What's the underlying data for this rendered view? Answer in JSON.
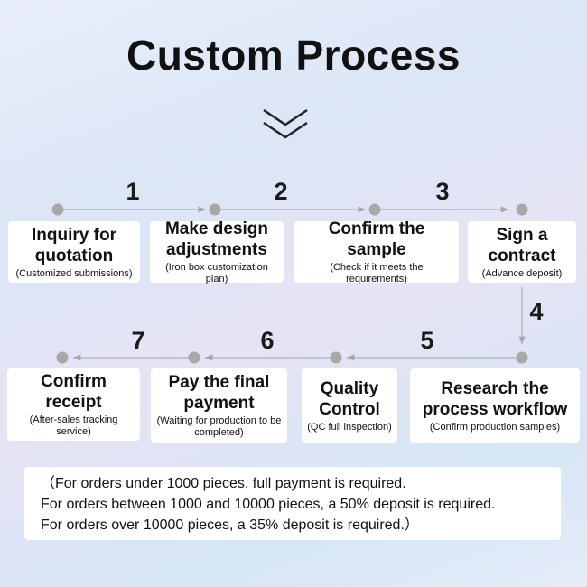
{
  "title": "Custom Process",
  "icons": {
    "scroll_down": "double-chevron-down-icon"
  },
  "steps": [
    {
      "number": "1",
      "title_lines": [
        "Inquiry for",
        "quotation"
      ],
      "subtitle": "(Customized submissions)"
    },
    {
      "number": "2",
      "title_lines": [
        "Make design",
        "adjustments"
      ],
      "subtitle": "(Iron box customization plan)"
    },
    {
      "number": "3",
      "title_lines": [
        "Confirm the",
        "sample"
      ],
      "subtitle": "(Check if it meets the requirements)"
    },
    {
      "number": "4",
      "title_lines": [
        "Sign a",
        "contract"
      ],
      "subtitle": "(Advance deposit)"
    },
    {
      "number": "5",
      "title_lines": [
        "Research the",
        "process workflow"
      ],
      "subtitle": "(Confirm production samples)"
    },
    {
      "number": "6",
      "title_lines": [
        "Quality",
        "Control"
      ],
      "subtitle": "(QC full inspection)"
    },
    {
      "number": "7",
      "title_lines": [
        "Pay the final",
        "payment"
      ],
      "subtitle": "(Waiting for production to be completed)"
    },
    {
      "number": "",
      "title_lines": [
        "Confirm",
        "receipt"
      ],
      "subtitle": "(After-sales tracking service)"
    }
  ],
  "payment_note": [
    "（For orders under 1000 pieces, full payment is required.",
    "For orders between 1000 and 10000 pieces, a 50% deposit is required.",
    "For orders over 10000 pieces, a 35% deposit is required.）"
  ],
  "colors": {
    "node": "#a8a8a8",
    "arrow": "#b0b0b0",
    "box": "#ffffff",
    "text": "#111111"
  }
}
